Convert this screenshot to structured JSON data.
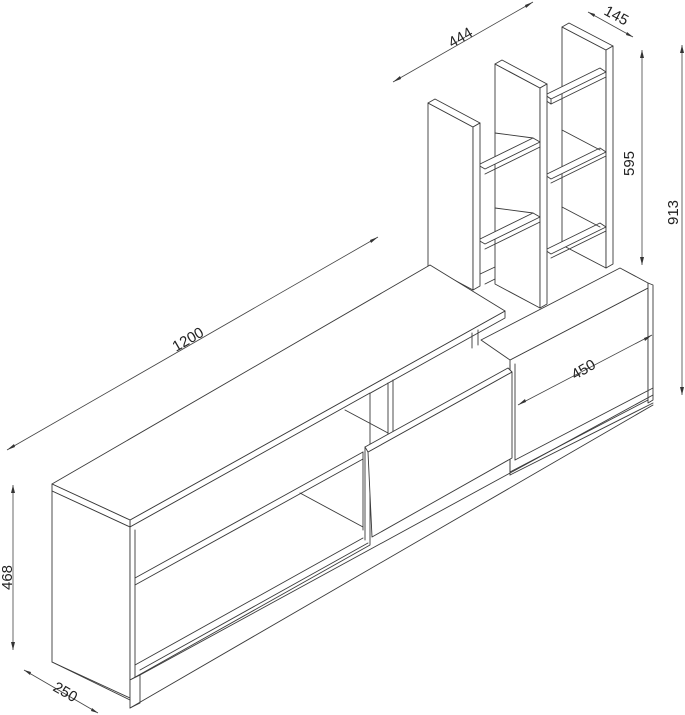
{
  "diagram": {
    "subject": "TV unit with shelving tower - isometric line drawing",
    "units": "mm",
    "line_color": "#3a3a3a",
    "background": "#ffffff"
  },
  "dimensions": {
    "overall_width": "1200",
    "depth": "250",
    "cabinet_height": "468",
    "overall_height": "913",
    "tower_height": "595",
    "tower_width": "444",
    "tower_depth": "145",
    "drawer_width": "450"
  }
}
